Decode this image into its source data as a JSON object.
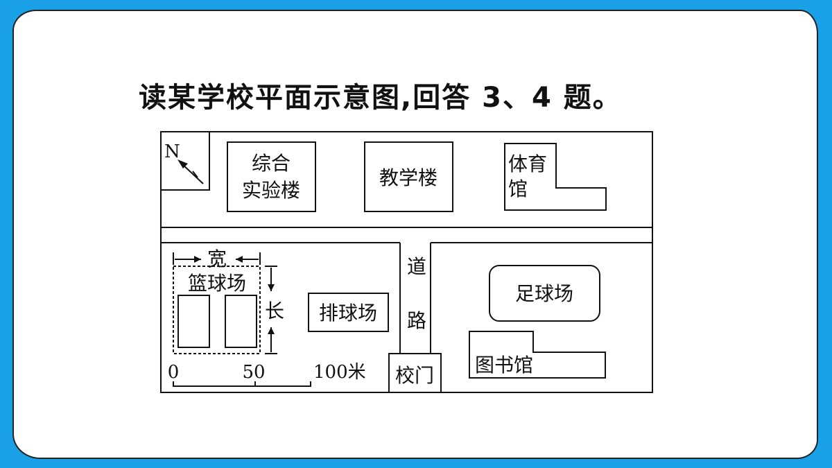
{
  "title": "读某学校平面示意图,回答 3、4 题。",
  "map": {
    "north": "N",
    "buildings": {
      "lab_line1": "综合",
      "lab_line2": "实验楼",
      "teaching": "教学楼",
      "gym_line1": "体育",
      "gym_line2": "馆",
      "basketball": "篮球场",
      "volleyball": "排球场",
      "football": "足球场",
      "library": "图书馆",
      "gate": "校门"
    },
    "road_char1": "道",
    "road_char2": "路",
    "width_label": "宽",
    "length_label": "长",
    "scale": {
      "tick0": "0",
      "tick1": "50",
      "tick2": "100米"
    }
  }
}
